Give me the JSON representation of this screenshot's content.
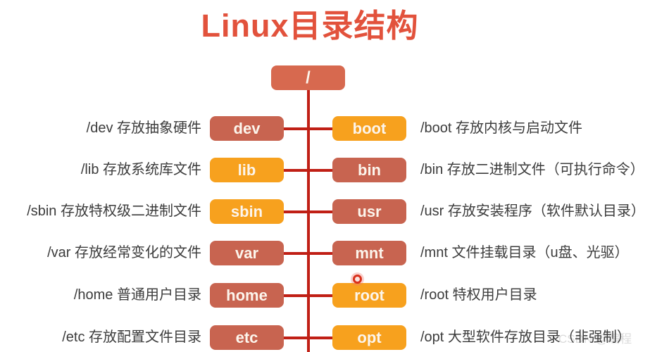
{
  "title": "Linux目录结构",
  "root": {
    "label": "/",
    "color": "root-red"
  },
  "colors": {
    "box_red": "#C86450",
    "box_orange": "#F7A11E",
    "root_box": "#D7694F",
    "connector_line": "#C01F15",
    "title_text": "#E2523C",
    "description_text": "#3C3C3C",
    "box_label_text": "#FCF5EC",
    "background": "#FFFFFF"
  },
  "rows": [
    {
      "left": {
        "label": "dev",
        "color": "red",
        "desc": "/dev 存放抽象硬件"
      },
      "right": {
        "label": "boot",
        "color": "orange",
        "desc": "/boot 存放内核与启动文件"
      }
    },
    {
      "left": {
        "label": "lib",
        "color": "orange",
        "desc": "/lib 存放系统库文件"
      },
      "right": {
        "label": "bin",
        "color": "red",
        "desc": "/bin 存放二进制文件（可执行命令）"
      }
    },
    {
      "left": {
        "label": "sbin",
        "color": "orange",
        "desc": "/sbin 存放特权级二进制文件"
      },
      "right": {
        "label": "usr",
        "color": "red",
        "desc": "/usr 存放安装程序（软件默认目录）"
      }
    },
    {
      "left": {
        "label": "var",
        "color": "red",
        "desc": "/var 存放经常变化的文件"
      },
      "right": {
        "label": "mnt",
        "color": "red",
        "desc": "/mnt 文件挂载目录（u盘、光驱）"
      }
    },
    {
      "left": {
        "label": "home",
        "color": "red",
        "desc": "/home 普通用户目录"
      },
      "right": {
        "label": "root",
        "color": "orange",
        "desc": "/root 特权用户目录"
      }
    },
    {
      "left": {
        "label": "etc",
        "color": "red",
        "desc": "/etc 存放配置文件目录"
      },
      "right": {
        "label": "opt",
        "color": "orange",
        "desc": "/opt 大型软件存放目录（非强制）"
      }
    }
  ],
  "watermark": "CSDN @编程"
}
